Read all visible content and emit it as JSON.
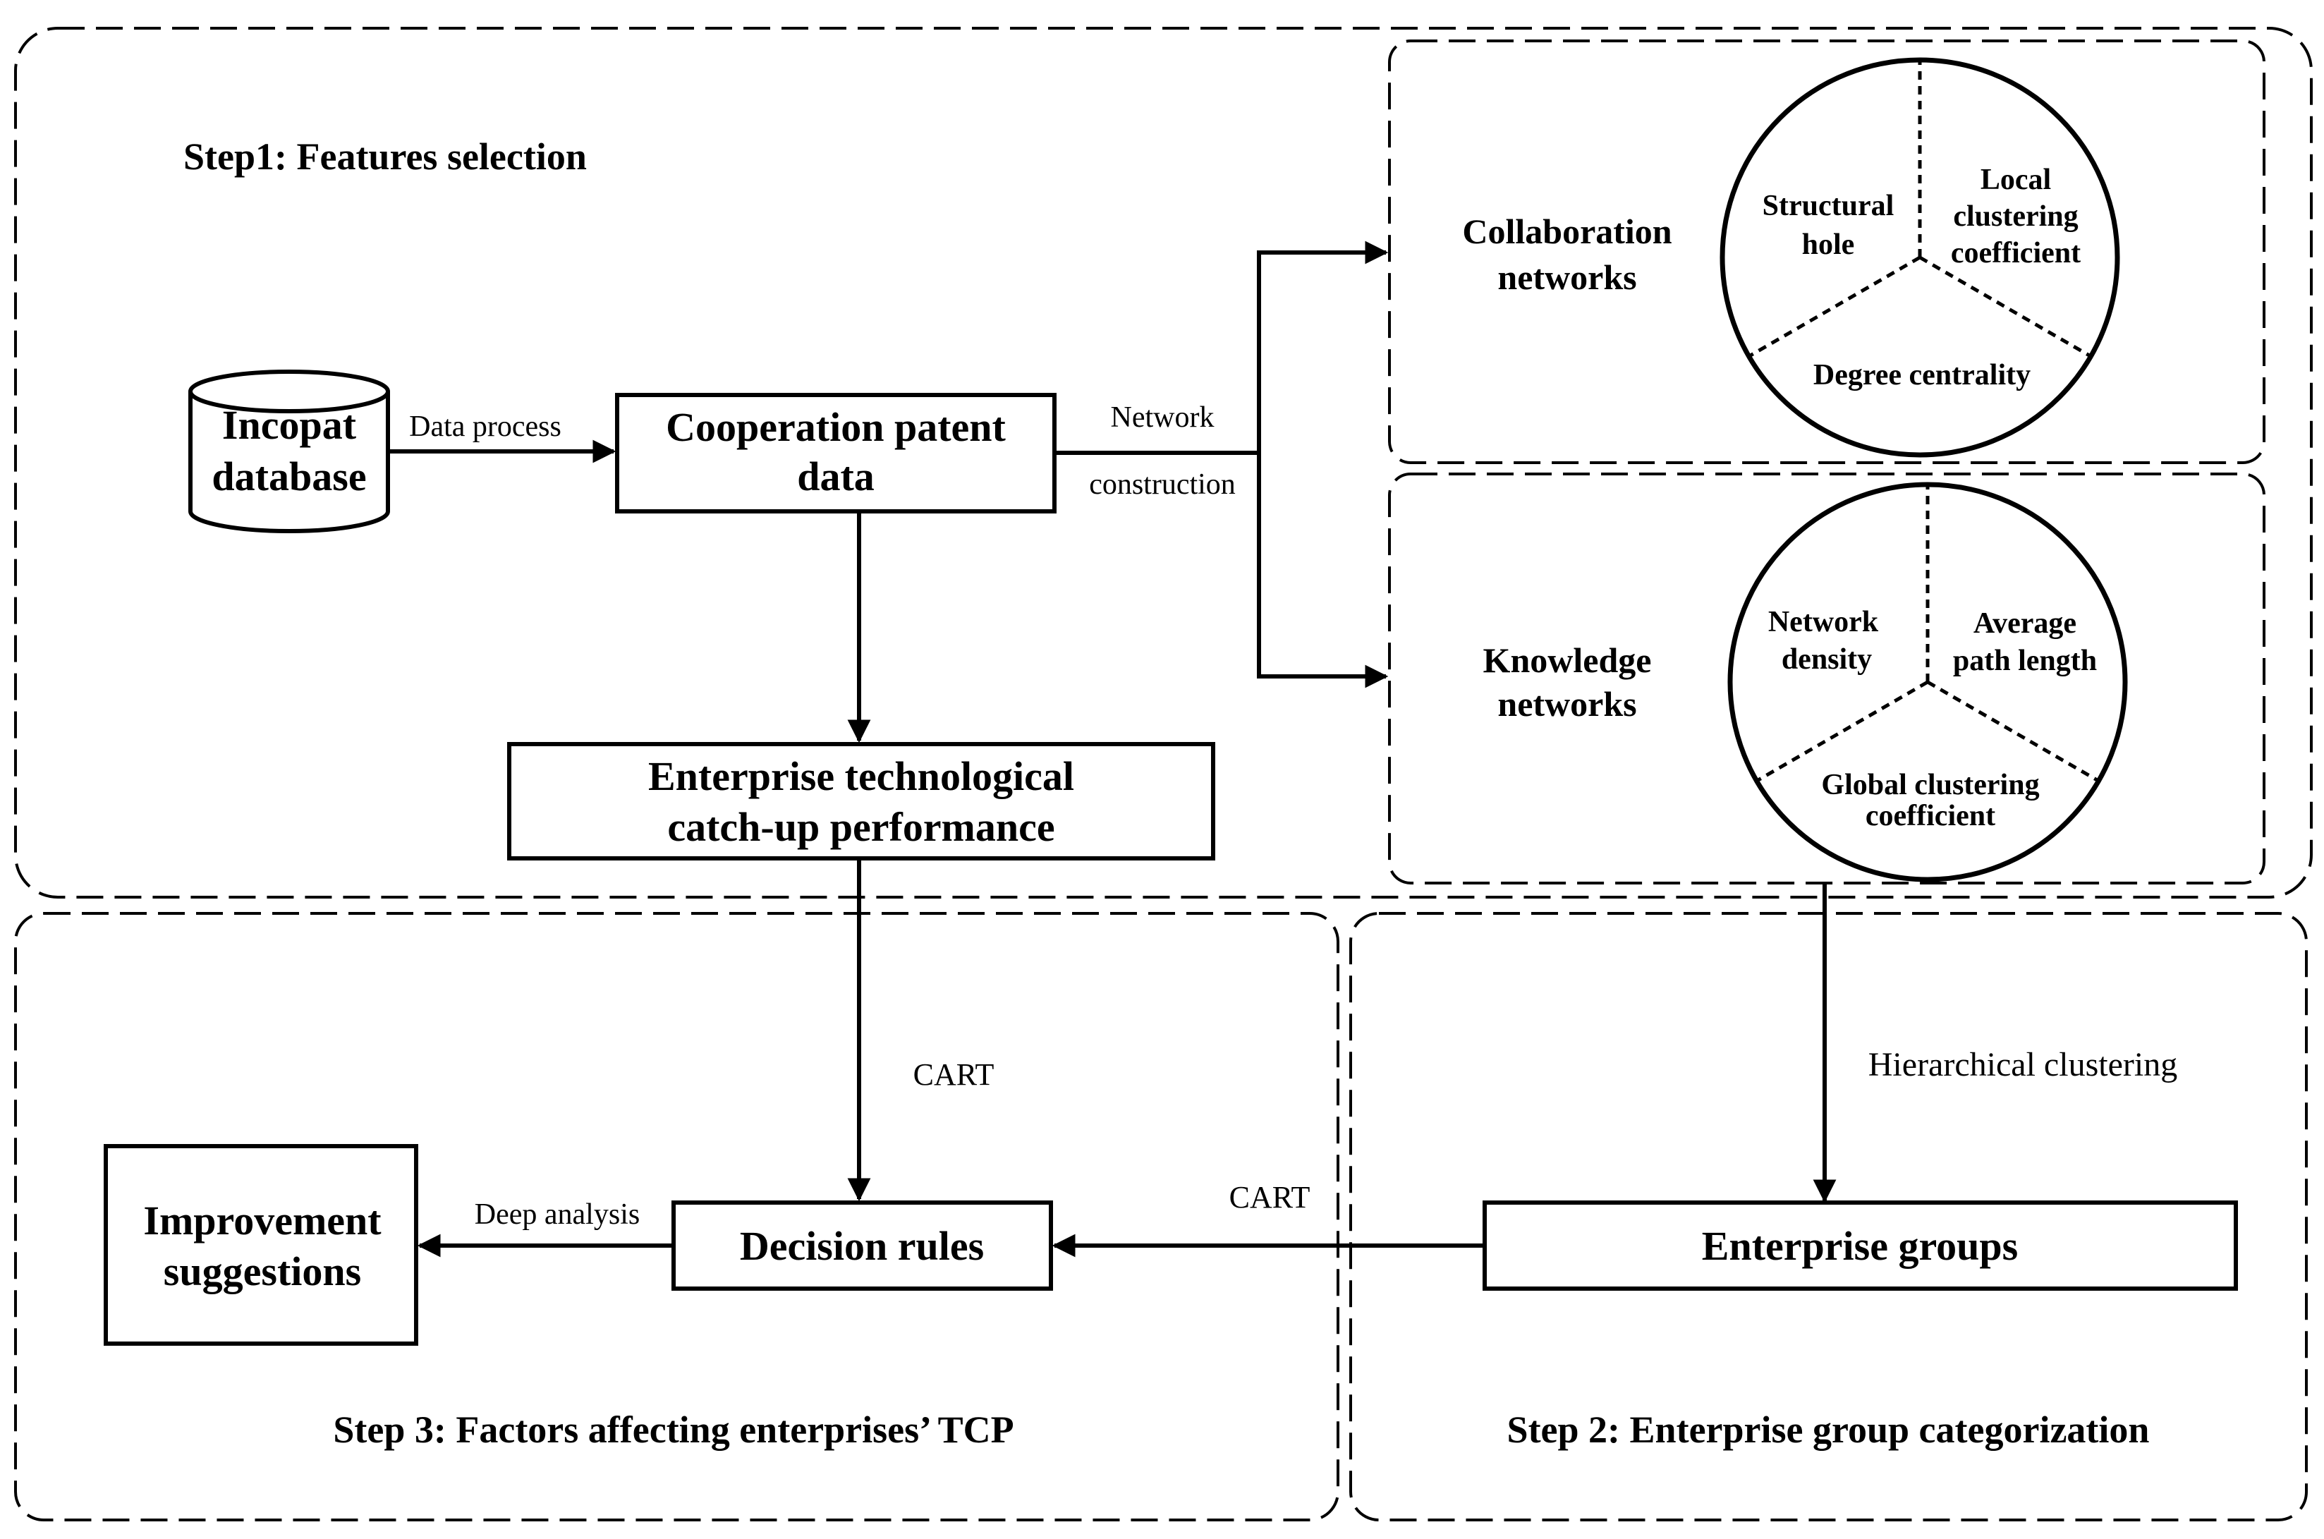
{
  "step1": {
    "title": "Step1: Features selection"
  },
  "step2": {
    "title": "Step 2: Enterprise group categorization"
  },
  "step3": {
    "title": "Step 3: Factors affecting enterprises’ TCP"
  },
  "incopat": {
    "line1": "Incopat",
    "line2": "database"
  },
  "data_process_label": "Data process",
  "cooperation": {
    "line1": "Cooperation patent",
    "line2": "data"
  },
  "network_construction": {
    "line1": "Network",
    "line2": "construction"
  },
  "enterprise_performance": {
    "line1": "Enterprise technological",
    "line2": "catch-up performance"
  },
  "collaboration": {
    "label": {
      "line1": "Collaboration",
      "line2": "networks"
    },
    "structural_hole": {
      "line1": "Structural",
      "line2": "hole"
    },
    "local_clustering": {
      "line1": "Local",
      "line2": "clustering",
      "line3": "coefficient"
    },
    "degree_centrality": "Degree centrality"
  },
  "knowledge": {
    "label": {
      "line1": "Knowledge",
      "line2": "networks"
    },
    "network_density": {
      "line1": "Network",
      "line2": "density"
    },
    "average_path": {
      "line1": "Average",
      "line2": "path length"
    },
    "global_clustering": {
      "line1": "Global clustering",
      "line2": "coefficient"
    }
  },
  "hierarchical_clustering_label": "Hierarchical clustering",
  "enterprise_groups": "Enterprise groups",
  "cart_vertical_label": "CART",
  "cart_horizontal_label": "CART",
  "decision_rules": "Decision rules",
  "deep_analysis_label": "Deep analysis",
  "improvement": {
    "line1": "Improvement",
    "line2": "suggestions"
  }
}
